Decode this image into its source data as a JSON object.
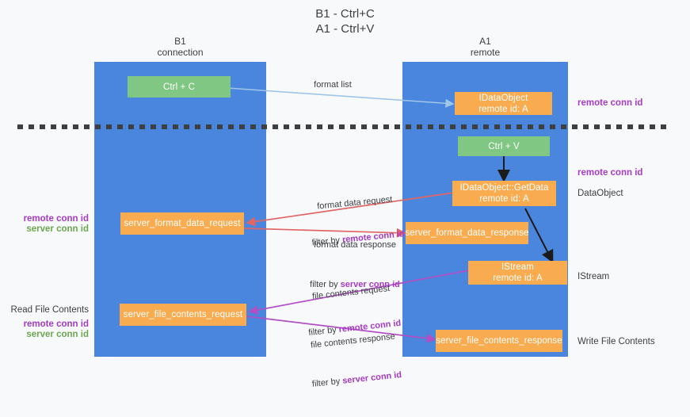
{
  "title": {
    "line1": "B1 - Ctrl+C",
    "line2": "A1 - Ctrl+V"
  },
  "lanes": [
    {
      "id": "b1",
      "name": "B1",
      "role": "connection"
    },
    {
      "id": "a1",
      "name": "A1",
      "role": "remote"
    }
  ],
  "nodes": {
    "ctrl_c": {
      "label": "Ctrl + C",
      "color": "#81c784"
    },
    "ctrl_v": {
      "label": "Ctrl + V",
      "color": "#81c784"
    },
    "idataobject": {
      "line1": "IDataObject",
      "line2": "remote id: A",
      "color": "#f9ab50"
    },
    "getdata": {
      "line1": "IDataObject::GetData",
      "line2": "remote id: A",
      "color": "#f9ab50"
    },
    "istream": {
      "line1": "IStream",
      "line2": "remote id: A",
      "color": "#f9ab50"
    },
    "server_format_data_request": {
      "label": "server_format_data_request",
      "color": "#f9ab50"
    },
    "server_format_data_response": {
      "label": "server_format_data_response",
      "color": "#f9ab50"
    },
    "server_file_contents_request": {
      "label": "server_file_contents_request",
      "color": "#f9ab50"
    },
    "server_file_contents_response": {
      "label": "server_file_contents_response",
      "color": "#f9ab50"
    }
  },
  "edges": {
    "format_list": {
      "label": "format list",
      "color": "#9fc5e8"
    },
    "format_data_request": {
      "line1": "format data request",
      "filter_prefix": "filter by ",
      "filter_key": "remote conn id",
      "color": "#e06666"
    },
    "format_data_response": {
      "line1": "format data response",
      "filter_prefix": "filter by ",
      "filter_key": "server conn id",
      "color": "#e06666"
    },
    "file_contents_request": {
      "line1": "file contents request",
      "filter_prefix": "filter by ",
      "filter_key": "remote conn id",
      "color": "#b14fc4"
    },
    "file_contents_response": {
      "line1": "file contents response",
      "filter_prefix": "filter by ",
      "filter_key": "server conn id",
      "color": "#b14fc4"
    }
  },
  "annotations": {
    "right_top_conn": "remote conn id",
    "right_mid_conn": "remote conn id",
    "right_dataobject": "DataObject",
    "right_istream": "IStream",
    "right_write_file": "Write File Contents",
    "left_mid_remote": "remote conn id",
    "left_mid_server": "server conn id",
    "left_read_file": "Read File Contents",
    "left_low_remote": "remote conn id",
    "left_low_server": "server conn id"
  },
  "colors": {
    "lane": "#4a86dd",
    "node_green": "#81c784",
    "node_orange": "#f9ab50",
    "purple": "#a63bc4",
    "green_text": "#6aa84f",
    "red_edge": "#e06666",
    "purple_edge": "#b14fc4",
    "light_blue_edge": "#9fc5e8",
    "background": "#f8f9fa"
  }
}
